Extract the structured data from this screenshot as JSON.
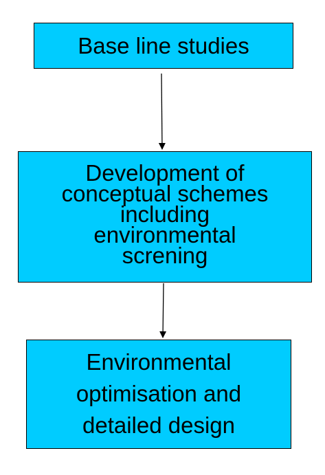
{
  "diagram": {
    "type": "flowchart",
    "nodes": [
      {
        "id": "baseline",
        "label": "Base line studies"
      },
      {
        "id": "conceptual",
        "label": "Development of\nconceptual schemes\nincluding\nenvironmental\nscrening"
      },
      {
        "id": "optimisation",
        "label": "Environmental\noptimisation and\ndetailed design"
      }
    ],
    "edges": [
      {
        "from": "baseline",
        "to": "conceptual"
      },
      {
        "from": "conceptual",
        "to": "optimisation"
      }
    ],
    "colors": {
      "box_fill": "#00ccff",
      "box_border": "#000000",
      "arrow": "#000000",
      "text": "#000000",
      "background": "#ffffff"
    }
  }
}
